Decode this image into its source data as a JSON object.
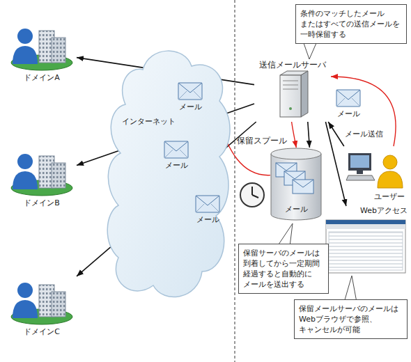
{
  "diagram": {
    "nodes": [
      {
        "text": [
          "ドメインA"
        ]
      },
      {
        "text": [
          "ドメインB"
        ]
      },
      {
        "text": [
          "ドメインC"
        ]
      },
      {
        "text": [
          "インターネット"
        ]
      },
      {
        "text": [
          "メール"
        ],
        "in": 3
      },
      {
        "text": [
          "メール"
        ],
        "in": 3
      },
      {
        "text": [
          "メール"
        ],
        "in": 3
      },
      {
        "text": [
          "送信メールサーバ"
        ]
      },
      {
        "text": [
          "条件のマッチしたメール またはすべての送信メールを 一時保留する"
        ]
      },
      {
        "text": [
          "メール"
        ]
      },
      {
        "text": [
          "ユーザー"
        ]
      },
      {
        "text": [
          "保留スプール",
          "メール"
        ]
      },
      {
        "text": [
          "保留サーバのメールは 到着してから一定期間 経過すると自動的に メールを送出する"
        ]
      },
      {
        "text": [
          "Webアクセス"
        ]
      },
      {
        "text": [
          "保留メールサーバのメールは Webブラウザで参照、 キャンセルが可能"
        ]
      }
    ],
    "edges": [
      {
        "from": 7,
        "to": 0,
        "arrow": "to"
      },
      {
        "from": 7,
        "to": 1,
        "arrow": "to"
      },
      {
        "from": 7,
        "to": 2,
        "arrow": "to"
      },
      {
        "from": 10,
        "to": 7,
        "label": "メール送信",
        "arrow": "to"
      },
      {
        "from": 10,
        "to": 7,
        "arrow": "to"
      },
      {
        "from": 7,
        "to": 11,
        "arrow": "to"
      },
      {
        "from": 7,
        "to": 11,
        "arrow": "to"
      },
      {
        "from": 11,
        "to": 4,
        "arrow": "to"
      },
      {
        "from": 7,
        "to": 13,
        "arrow": "to"
      }
    ]
  }
}
